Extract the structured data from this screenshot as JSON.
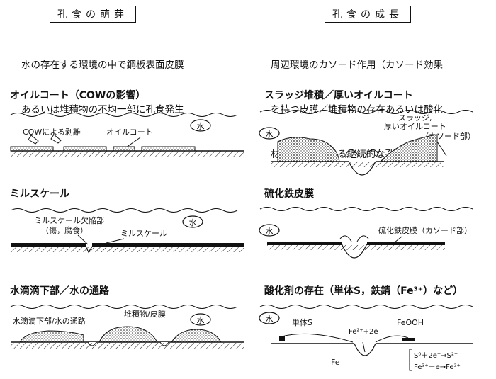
{
  "left": {
    "header": "孔食の萌芽",
    "intro": [
      "水の存在する環境の中で鋼板表面皮膜",
      "あるいは堆積物の不均一部に孔食発生"
    ],
    "panels": [
      {
        "title": "オイルコート（COWの影響）",
        "water": "水",
        "labels": [
          "COWによる剥離",
          "オイルコート"
        ]
      },
      {
        "title": "ミルスケール",
        "water": "水",
        "labels": [
          "ミルスケール欠陥部",
          "（傷，腐食）",
          "ミルスケール"
        ]
      },
      {
        "title": "水滴滴下部／水の通路",
        "water": "水",
        "labels": [
          "水滴滴下部/水の通路",
          "堆積物/皮膜"
        ]
      }
    ]
  },
  "right": {
    "header": "孔食の成長",
    "intro": [
      "周辺環境のカソード作用（カソード効果",
      "を持つ皮膜／堆積物の存在あるいは酸化",
      "材の存在）による継続的な孔食の成長"
    ],
    "panels": [
      {
        "title": "スラッジ堆積／厚いオイルコート",
        "water": "水",
        "labels": [
          "スラッジ,",
          "厚いオイルコート",
          "（カソード部）"
        ]
      },
      {
        "title": "硫化鉄皮膜",
        "water": "水",
        "labels": [
          "硫化鉄皮膜（カソード部）"
        ]
      },
      {
        "title": "酸化剤の存在（単体S，鉄錆（Fe³⁺）など）",
        "water": "水",
        "labels": [
          "単体S",
          "FeOOH",
          "Fe²⁺+2e",
          "Fe",
          "S⁰＋2e⁻→S²⁻",
          "Fe³⁺＋e→Fe²⁺"
        ]
      }
    ]
  }
}
